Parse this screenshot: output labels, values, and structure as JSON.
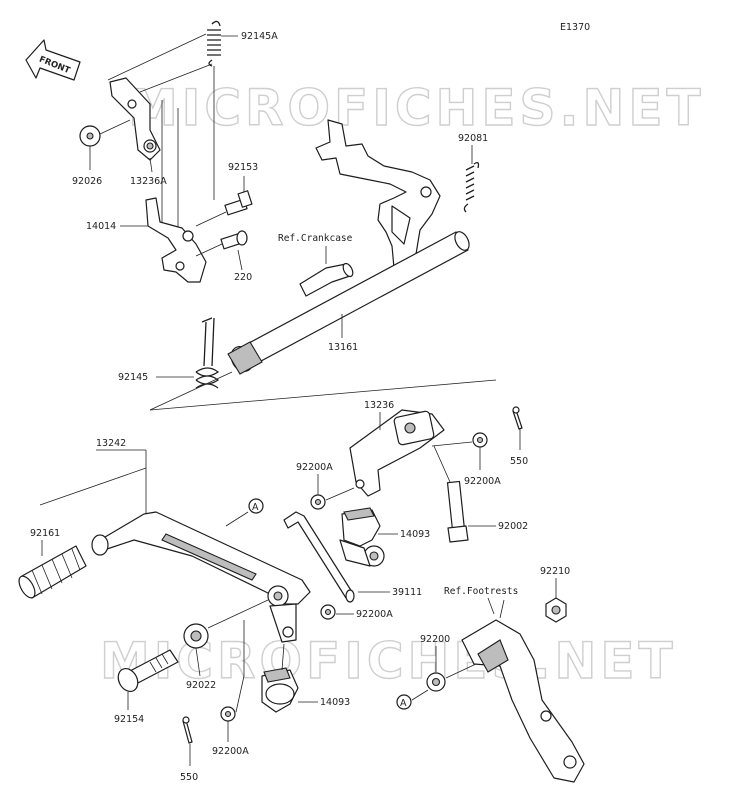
{
  "diagram_code": "E1370",
  "watermark": "MICROFICHES.NET",
  "front_arrow": {
    "label": "FRONT"
  },
  "callout_marker": "A",
  "labels": {
    "p92145A": "92145A",
    "p92026": "92026",
    "p13236A": "13236A",
    "p14014": "14014",
    "p92153": "92153",
    "p220": "220",
    "p92081": "92081",
    "ref_crankcase": "Ref.Crankcase",
    "p13161": "13161",
    "p92145": "92145",
    "p13236": "13236",
    "p550_top": "550",
    "p92200A_a": "92200A",
    "p92200A_b": "92200A",
    "p14093_a": "14093",
    "p92002": "92002",
    "p13242": "13242",
    "p92161": "92161",
    "p39111": "39111",
    "p92200A_c": "92200A",
    "p92210": "92210",
    "ref_footrests": "Ref.Footrests",
    "p92200": "92200",
    "p92022": "92022",
    "p92154": "92154",
    "p14093_b": "14093",
    "p92200A_d": "92200A",
    "p550_bottom": "550"
  }
}
